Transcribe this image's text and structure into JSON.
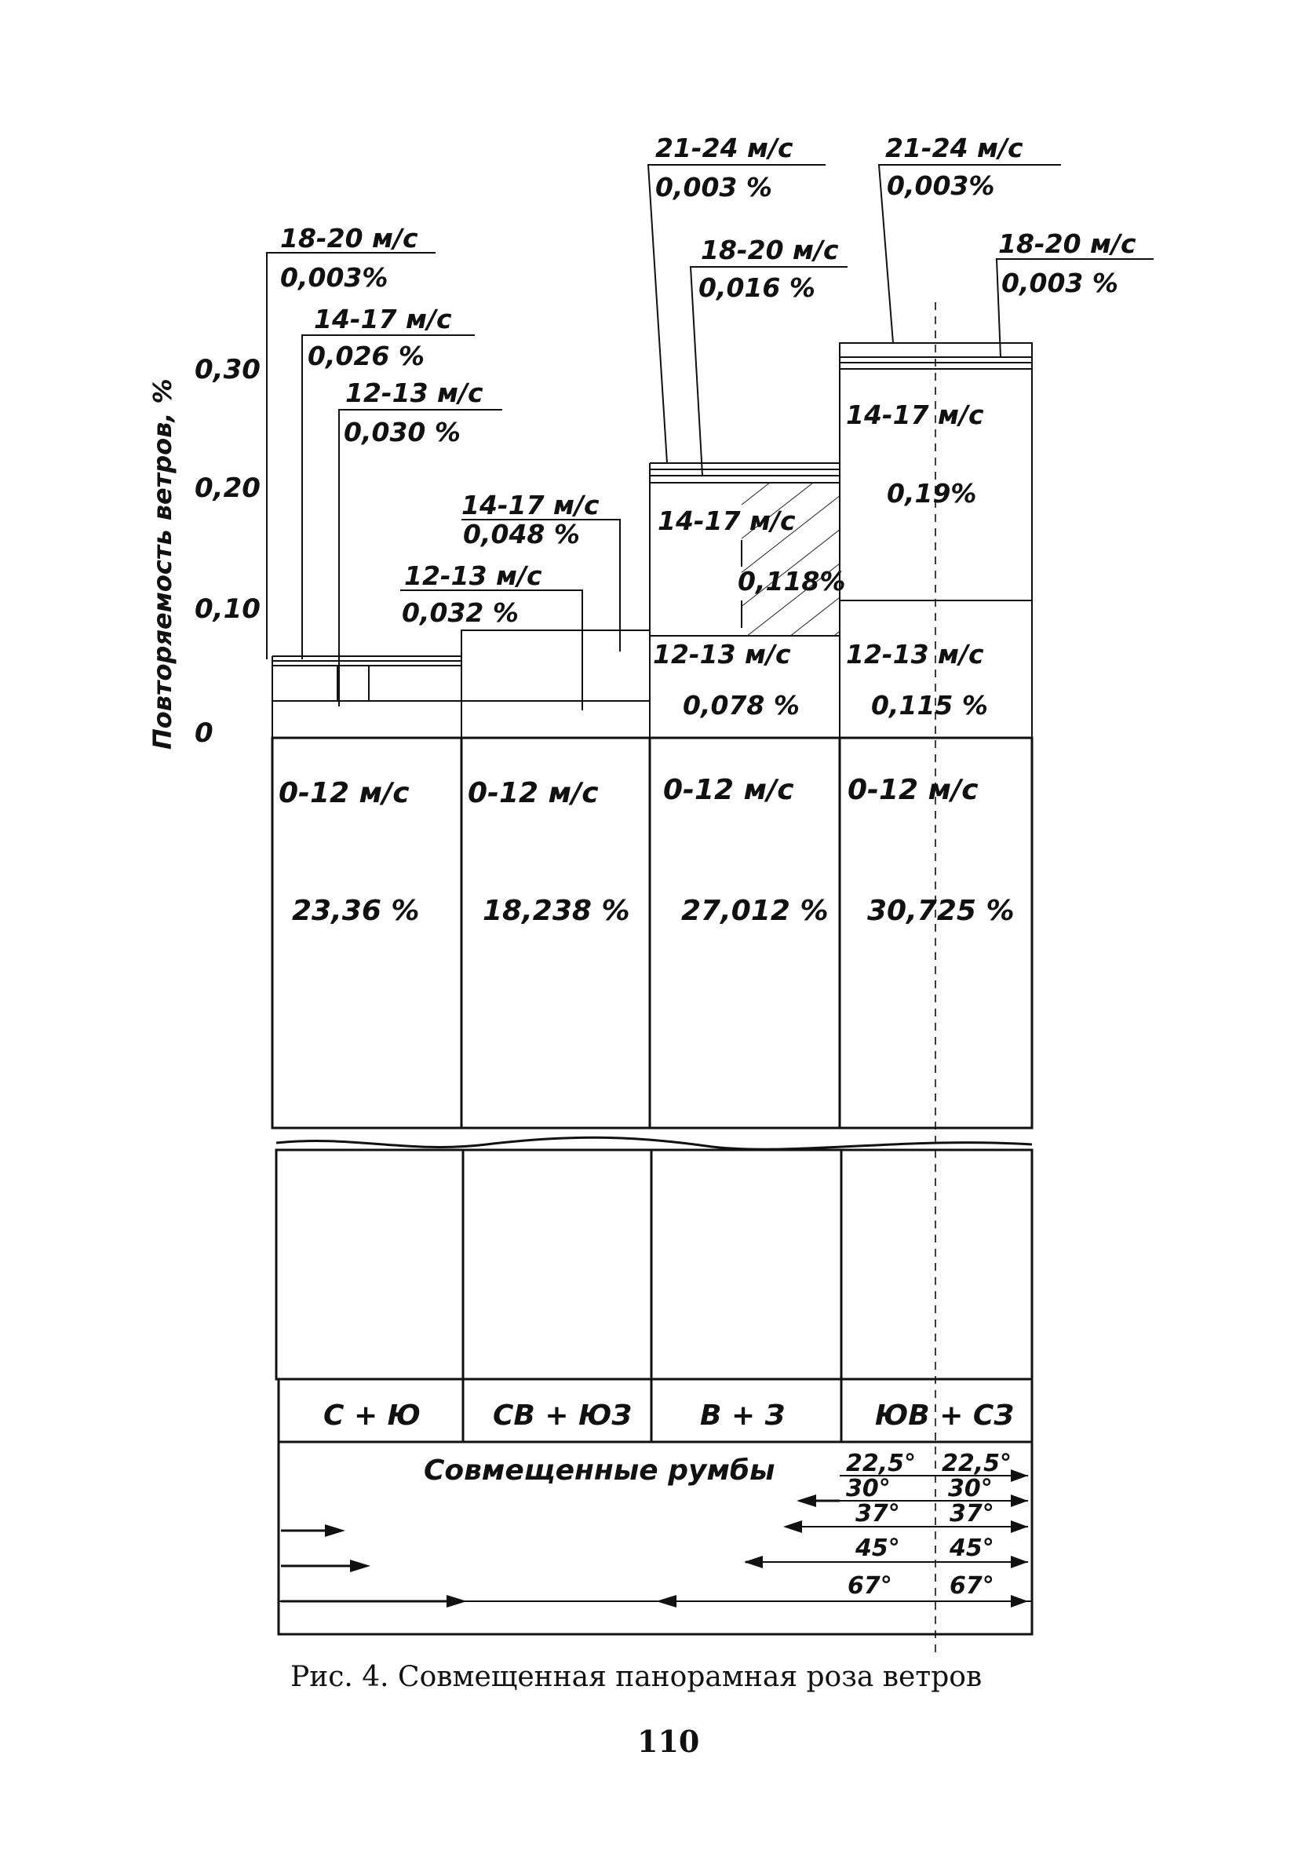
{
  "figure": {
    "y_axis_title": "Повторяемость ветров, %",
    "y_ticks": [
      "0,30",
      "0,20",
      "0,10",
      "0"
    ],
    "columns": [
      {
        "direction": "С + Ю",
        "base_speed": "0-12 м/с",
        "base_value": "23,36 %",
        "callouts": [
          {
            "speed": "18-20 м/с",
            "value": "0,003%"
          },
          {
            "speed": "14-17 м/с",
            "value": "0,026 %"
          },
          {
            "speed": "12-13 м/с",
            "value": "0,030 %"
          }
        ]
      },
      {
        "direction": "СВ + ЮЗ",
        "base_speed": "0-12 м/с",
        "base_value": "18,238 %",
        "callouts": [
          {
            "speed": "14-17 м/с",
            "value": "0,048 %"
          },
          {
            "speed": "12-13 м/с",
            "value": "0,032 %"
          }
        ]
      },
      {
        "direction": "В + З",
        "base_speed": "0-12 м/с",
        "base_value": "27,012 %",
        "inner_speed_a": "14-17 м/с",
        "inner_value_a": "0,118%",
        "inner_speed_b": "12-13 м/с",
        "inner_value_b": "0,078 %",
        "callouts": [
          {
            "speed": "21-24 м/с",
            "value": "0,003 %"
          },
          {
            "speed": "18-20 м/с",
            "value": "0,016 %"
          }
        ]
      },
      {
        "direction": "ЮВ + СЗ",
        "base_speed": "0-12 м/с",
        "base_value": "30,725 %",
        "inner_speed_a": "14-17 м/с",
        "inner_value_a": "0,19%",
        "inner_speed_b": "12-13 м/с",
        "inner_value_b": "0,115 %",
        "callouts": [
          {
            "speed": "21-24 м/с",
            "value": "0,003%"
          },
          {
            "speed": "18-20 м/с",
            "value": "0,003 %"
          }
        ]
      }
    ],
    "bottom_label": "Совмещенные румбы",
    "angles": [
      "22,5°",
      "30°",
      "37°",
      "45°",
      "67°"
    ],
    "caption": "Рис. 4. Совмещенная панорамная роза ветров",
    "page_number": "110"
  }
}
